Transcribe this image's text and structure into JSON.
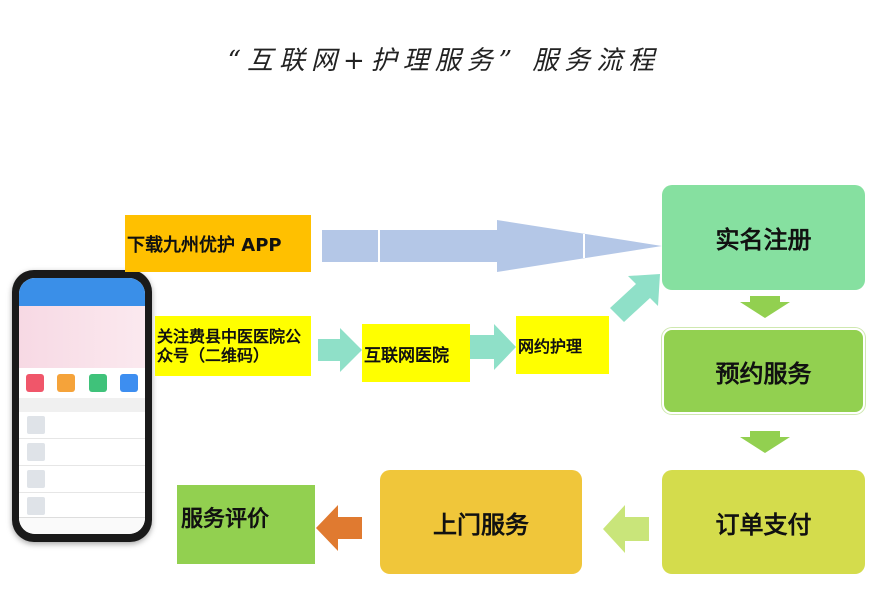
{
  "title": "“互联网+护理服务” 服务流程",
  "steps": {
    "download": "下载九州优护 APP",
    "follow": "关注费县中医医院公众号（二维码）",
    "internet_hospital": "互联网医院",
    "book_nursing": "网约护理",
    "register": "实名注册",
    "reserve": "预约服务",
    "pay": "订单支付",
    "home_service": "上门服务",
    "evaluate": "服务评价"
  },
  "colors": {
    "yellow_tag": "#ffff00",
    "orange_tag": "#ffc000",
    "green_box": "#86e0a0",
    "lime_box": "#92d050",
    "yellowgreen_box": "#d4dc4c",
    "gold_box": "#f0c63a",
    "evaluate_box": "#92d050",
    "big_arrow": "#b4c7e7",
    "teal_arrow": "#8fe0c8",
    "small_green_arrow": "#92d050",
    "orange_arrow": "#e07a30"
  }
}
